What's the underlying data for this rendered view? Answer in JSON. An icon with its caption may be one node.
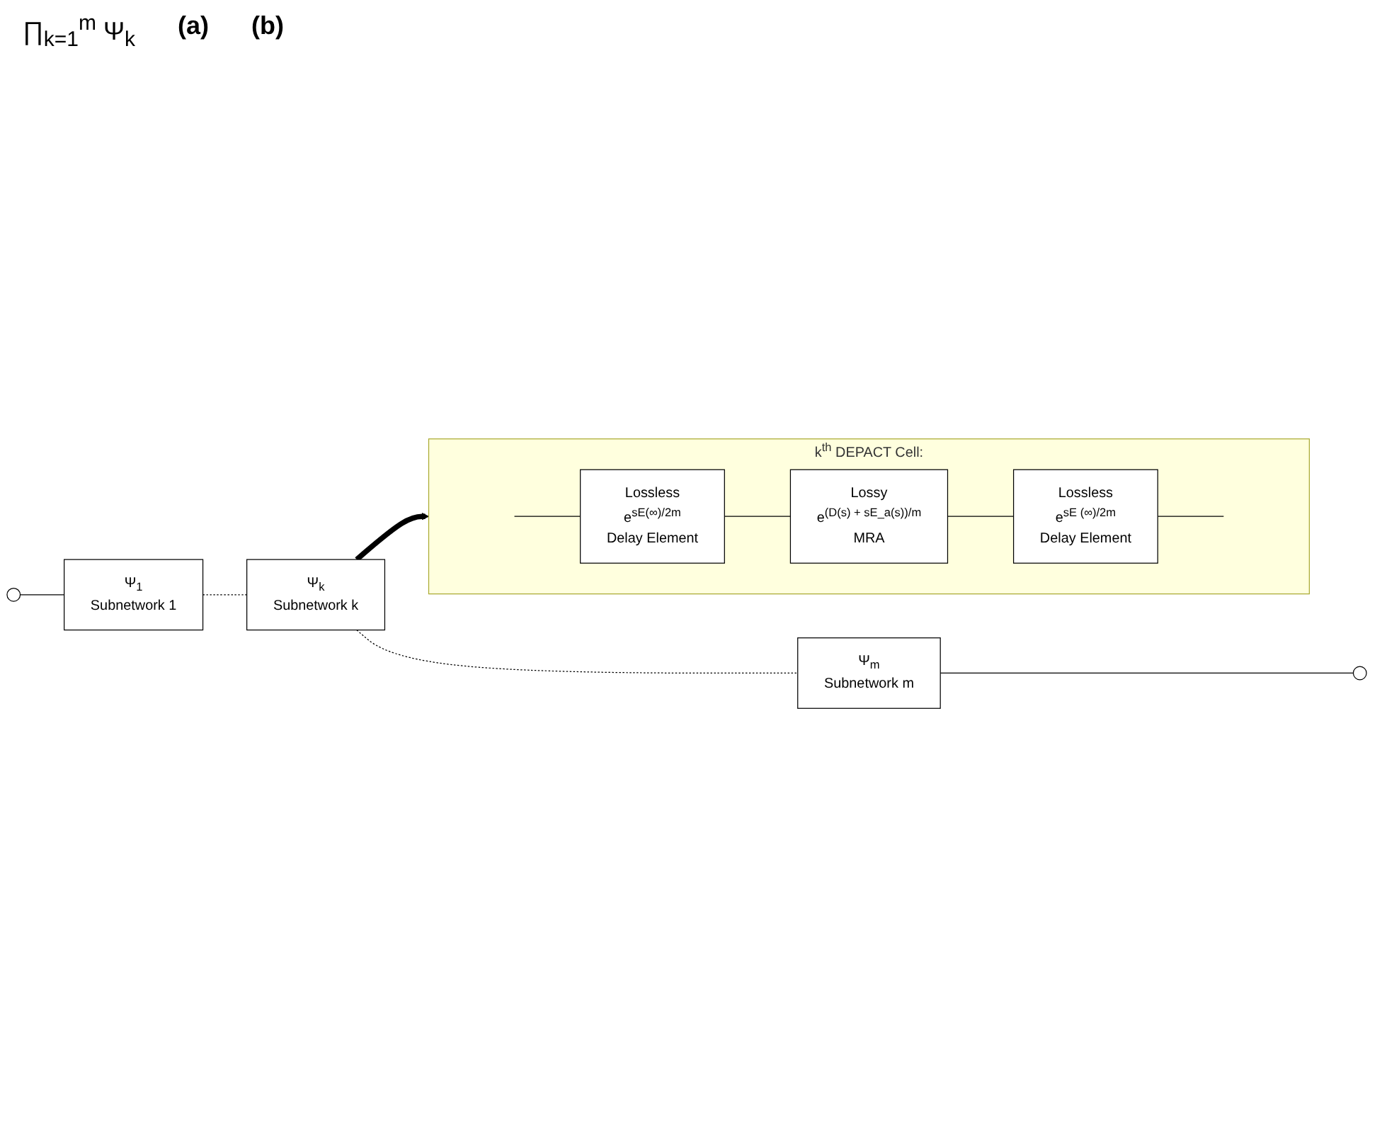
{
  "diagram": {
    "nodes": [
      {
        "text": [],
        "shape": "circle"
      },
      {
        "text": [
          "Ψ$_{1}$",
          "Subnetwork 1"
        ]
      },
      {
        "text": [
          "Ψ$_{k}$",
          "Subnetwork k"
        ]
      },
      {
        "text": [
          "Ψ$_{m}$",
          "Subnetwork m"
        ]
      },
      {
        "text": [],
        "shape": "circle"
      },
      {
        "text": [
          "k$^{th}$ DEPACT Cell:"
        ]
      },
      {
        "text": [
          "Lossless",
          "e$^{sE(∞)/2m}$",
          "Delay Element"
        ],
        "in": 5
      },
      {
        "text": [
          "Lossy",
          "e$^{(D(s) + sE_a(s))/m}$",
          "MRA"
        ],
        "in": 5
      },
      {
        "text": [
          "Lossless",
          "e$^{sE (∞)/2m}$",
          "Delay Element"
        ],
        "in": 5
      }
    ],
    "edges": [
      {
        "from": 0,
        "to": 1,
        "arrow": "none"
      },
      {
        "from": 1,
        "to": 2,
        "arrow": "none",
        "style": "dashed"
      },
      {
        "from": 2,
        "to": 3,
        "arrow": "none",
        "style": "dashed"
      },
      {
        "from": 3,
        "to": 4,
        "arrow": "none"
      },
      {
        "from": 2,
        "to": 5,
        "arrow": "to",
        "style": "thick"
      },
      {
        "from": null,
        "to": 6,
        "arrow": "none"
      },
      {
        "from": 6,
        "to": 7,
        "arrow": "none"
      },
      {
        "from": 7,
        "to": 8,
        "arrow": "none"
      },
      {
        "from": 8,
        "to": null,
        "arrow": "none"
      }
    ],
    "labels": [
      "∏$_{k=1}$$^{m}$ Ψ$_{k}$",
      "(a)",
      "(b)"
    ]
  }
}
